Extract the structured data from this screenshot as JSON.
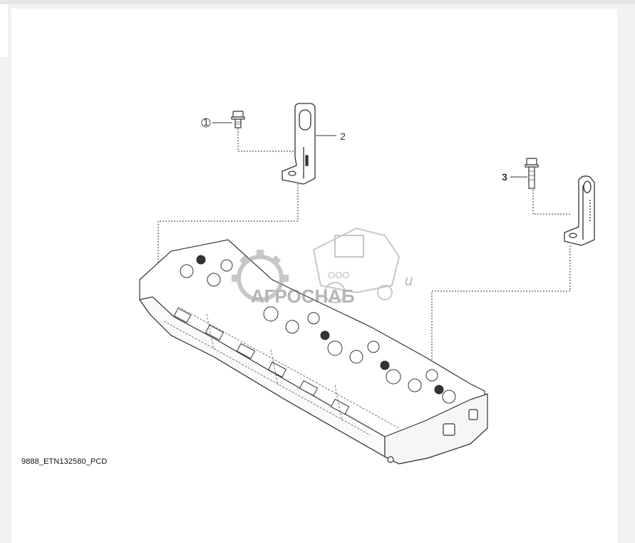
{
  "diagram": {
    "caption": "9888_ETN132580_PCD",
    "callouts": {
      "one": "1",
      "two": "2",
      "three": "3"
    },
    "watermark": {
      "prefix": "ООО",
      "name": "АГРОСНАБ",
      "extra": "u"
    }
  },
  "colors": {
    "line": "#333333",
    "watermark": "#9a9a9a",
    "background": "#ffffff",
    "frame": "#f2f2f2"
  }
}
